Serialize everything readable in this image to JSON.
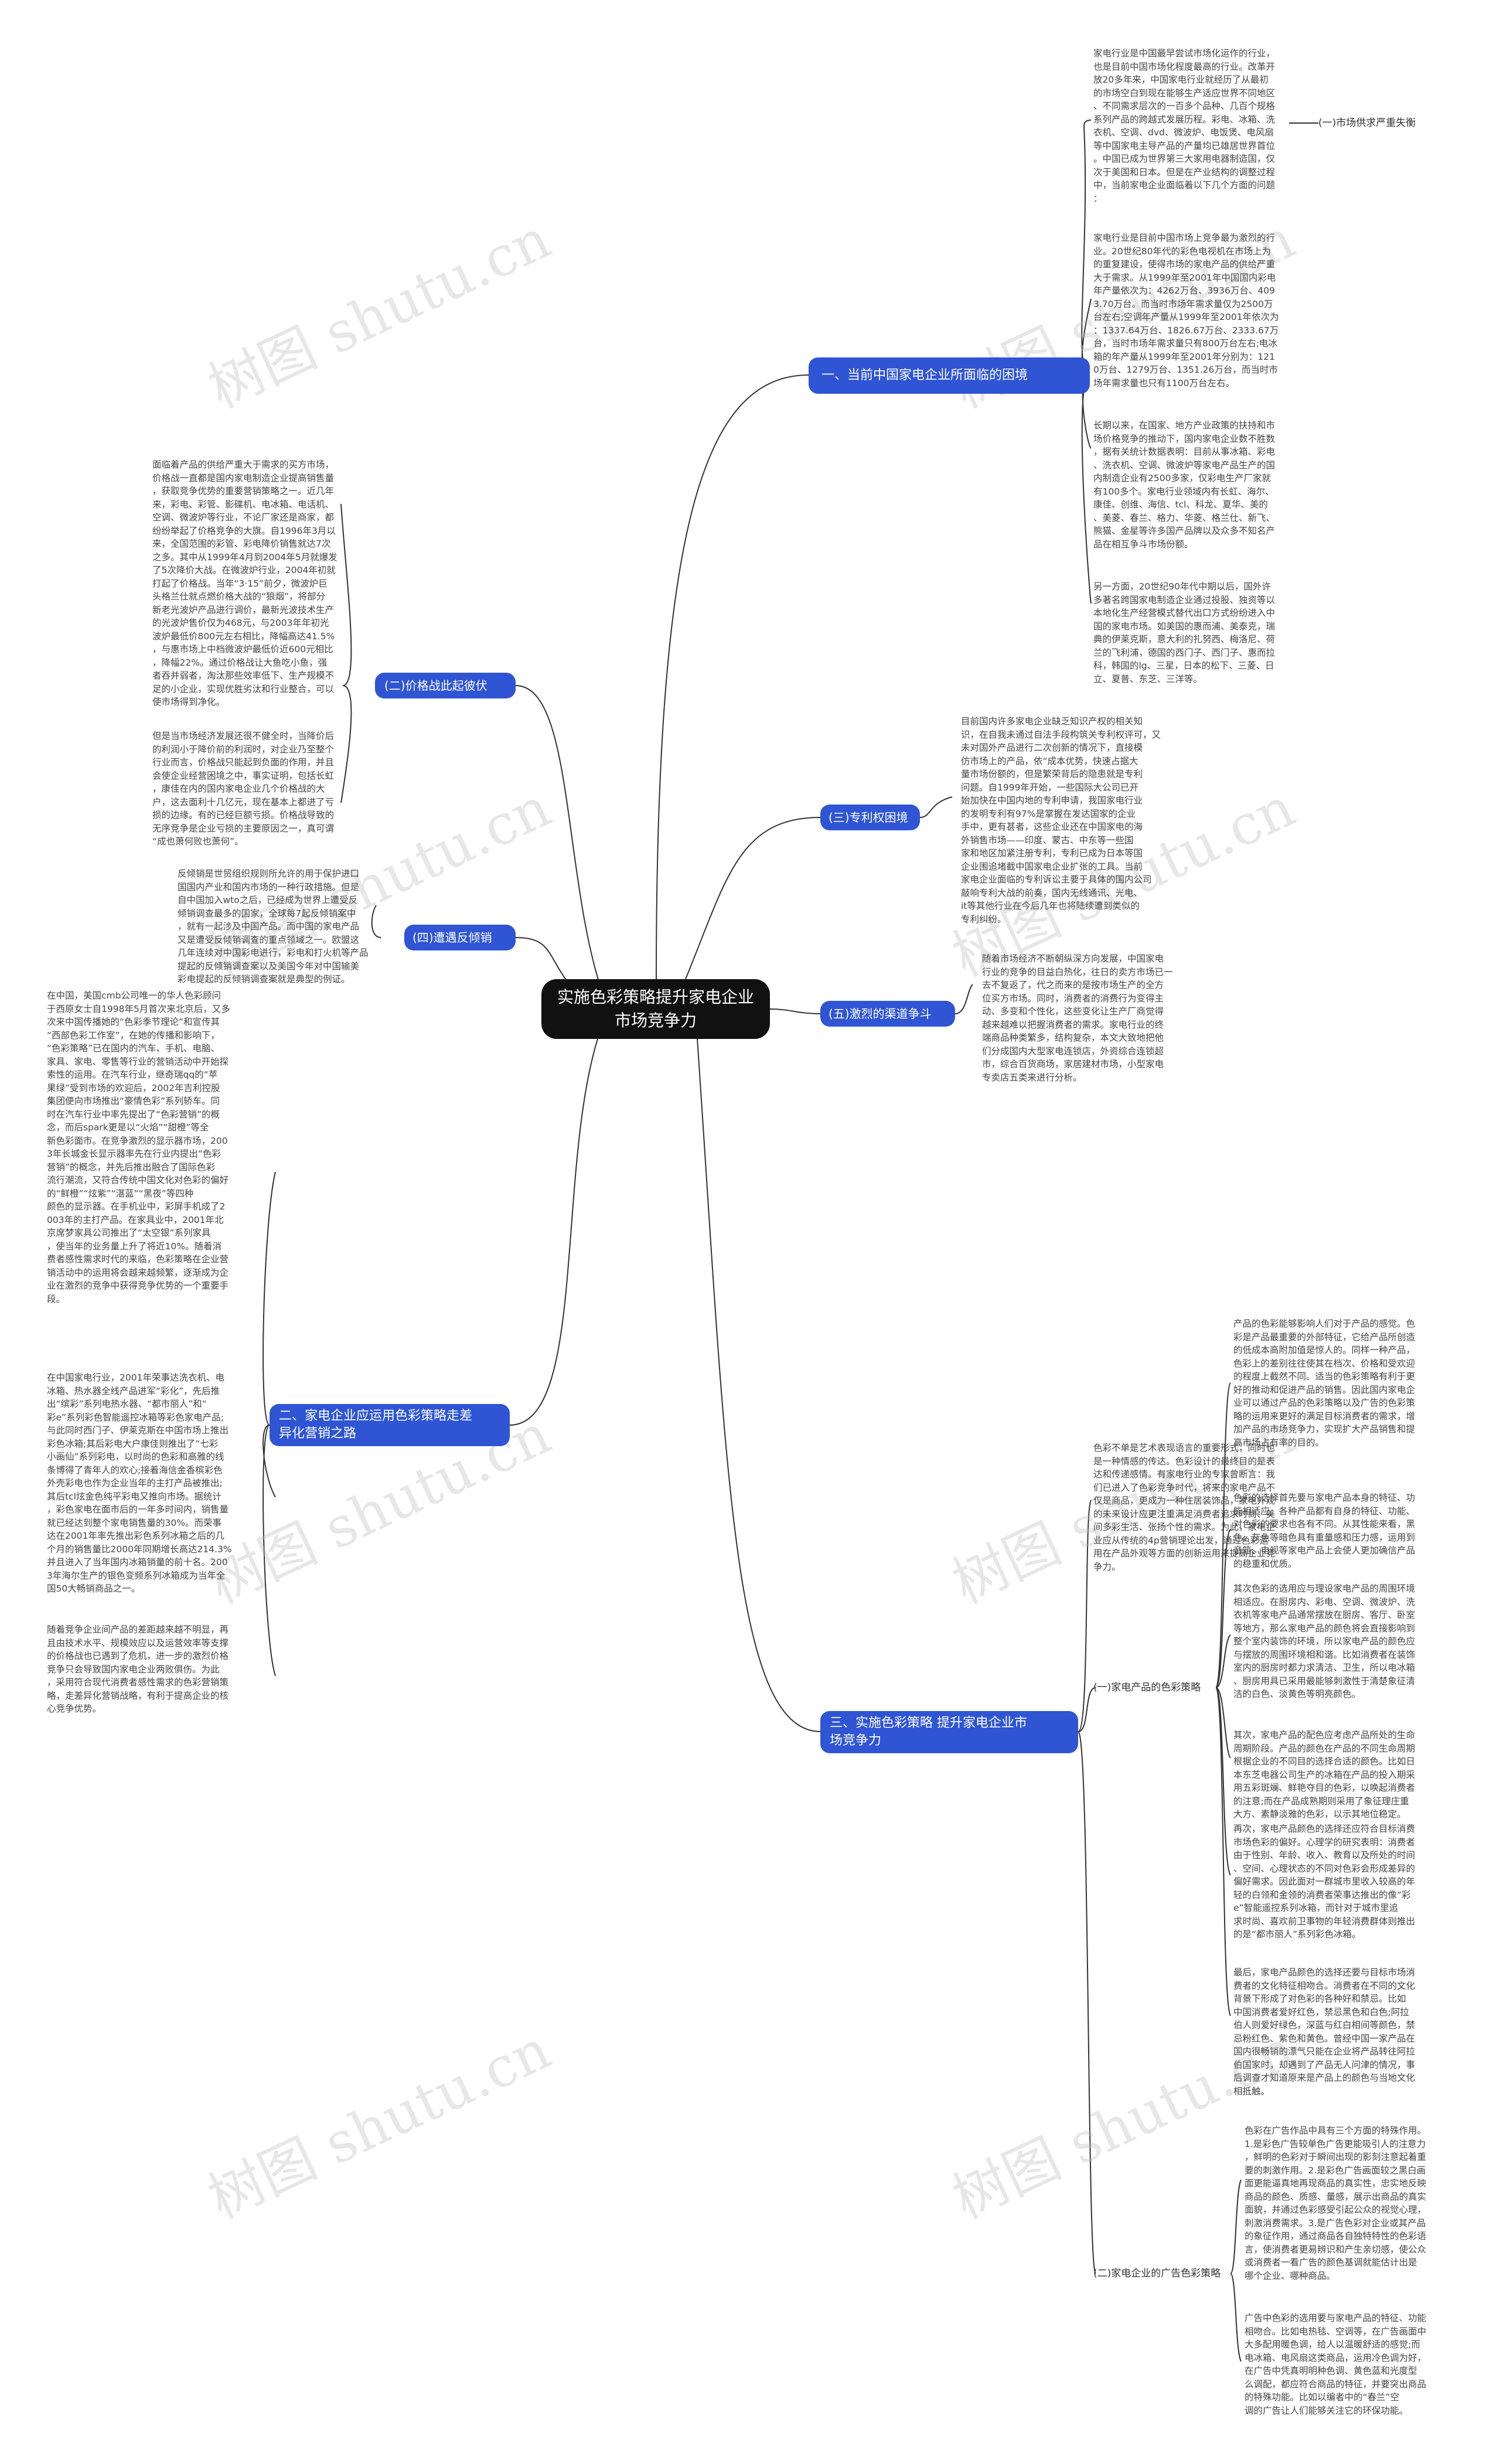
{
  "root": "实施色彩策略提升家电企业市场竞争力",
  "watermark": "树图 shutu.cn",
  "colors": {
    "topic": "#2f55d4",
    "root": "#111111",
    "line": "#333333"
  },
  "topics": {
    "t1": {
      "label": "一、当前中国家电企业所面临的困境",
      "sub1": "(一)市场供求严重失衡",
      "leaves": [
        "家电行业是中国最早尝试市场化运作的行业，\n也是目前中国市场化程度最高的行业。改革开\n放20多年来，中国家电行业就经历了从最初\n的市场空白到现在能够生产适应世界不同地区\n、不同需求层次的一百多个品种、几百个规格\n系列产品的跨越式发展历程。彩电、冰箱、洗\n衣机、空调、dvd、微波炉、电饭煲、电风扇\n等中国家电主导产品的产量均已雄居世界首位\n。中国已成为世界第三大家用电器制造国，仅\n次于美国和日本。但是在产业结构的调整过程\n中，当前家电企业面临着以下几个方面的问题\n：",
        "家电行业是目前中国市场上竞争最为激烈的行\n业。20世纪80年代的彩色电视机在市场上为\n的重复建设，使得市场的家电产品的供给严重\n大于需求。从1999年至2001年中国国内彩电\n年产量依次为：4262万台、3936万台、409\n3.70万台。而当时市场年需求量仅为2500万\n台左右;空调年产量从1999年至2001年依次为\n：1337.64万台、1826.67万台、2333.67万\n台，当时市场年需求量只有800万台左右;电冰\n箱的年产量从1999年至2001年分别为：121\n0万台、1279万台、1351.26万台，而当时市\n场年需求量也只有1100万台左右。",
        "长期以来，在国家、地方产业政策的扶持和市\n场价格竞争的推动下，国内家电企业数不胜数\n，据有关统计数据表明：目前从事冰箱、彩电\n、洗衣机、空调、微波炉等家电产品生产的国\n内制造企业有2500多家，仅彩电生产厂家就\n有100多个。家电行业领域内有长虹、海尔、\n康佳、创维、海信、tcl、科龙、夏华、美的\n、美菱、春兰、格力、华菱、格兰仕、新飞、\n熊猫、金星等许多国产品牌以及众多不知名产\n品在相互争斗市场份额。",
        "另一方面，20世纪90年代中期以后，国外许\n多著名跨国家电制造企业通过投股、独资等以\n本地化生产经营模式替代出口方式纷纷进入中\n国的家电市场。如美国的惠而浦、美泰克，瑞\n典的伊莱克斯，意大利的扎努西、梅洛尼、荷\n兰的飞利浦，德国的西门子、西门子、惠而拉\n科，韩国的lg、三星，日本的松下、三菱、日\n立、夏普、东芝、三洋等。"
      ]
    },
    "t2": {
      "label": "(二)价格战此起彼伏",
      "leaves": [
        "面临着产品的供给严重大于需求的买方市场，\n价格战一直都是国内家电制造企业提高销售量\n，获取竞争优势的重要营销策略之一。近几年\n来，彩电、彩管、影碟机、电冰箱、电话机、\n空调、微波炉等行业，不论厂家还是商家，都\n纷纷举起了价格竞争的大旗。自1996年3月以\n来，全国范围的彩管、彩电降价销售就达7次\n之多。其中从1999年4月到2004年5月就爆发\n了5次降价大战。在微波炉行业，2004年初就\n打起了价格战。当年“3·15”前夕，微波炉巨\n头格兰仕就点燃价格大战的“狼烟”，将部分\n新老光波炉产品进行调价，最新光波技术生产\n的光波炉售价仅为468元，与2003年年初光\n波炉最低价800元左右相比，降幅高达41.5%\n，与惠市场上中档微波炉最低价近600元相比\n，降幅22%。通过价格战让大鱼吃小鱼，强\n者吞并弱者，淘汰那些效率低下、生产规模不\n足的小企业，实现优胜劣汰和行业整合，可以\n使市场得到净化。",
        "但是当市场经济发展还很不健全时，当降价后\n的利润小于降价前的利润时，对企业乃至整个\n行业而言，价格战只能起到负面的作用，并且\n会使企业经营困境之中，事实证明，包括长虹\n，康佳在内的国内家电企业几个价格战的大\n户，这去面利十几亿元，现在基本上都进了亏\n损的边缘。有的已经巨额亏损。价格战导致的\n无序竞争是企业亏损的主要原因之一，真可谓\n“成也萧何败也萧何”。"
      ]
    },
    "t3": {
      "label": "(三)专利权困境",
      "leaf": "目前国内许多家电企业缺乏知识产权的相关知\n识，在自我未通过自法手段构筑关专利权评可，又\n未对国外产品进行二次创新的情况下，直接模\n仿市场上的产品，依“成本优势，快速占据大\n量市场份额的，但是繁荣背后的隐患就是专利\n问题。自1999年开始，一些国际大公司已开\n始加快在中国内地的专利申请，我国家电行业\n的发明专利有97%是掌握在发达国家的企业\n手中，更有甚者，这些企业还在中国家电的海\n外销售市场——印度、蒙古、中东等一些国\n家和地区加紧注册专利，专利已成为日本等国\n企业围追堵截中国家电企业扩张的工具。当前\n家电企业面临的专利诉讼主要于具体的国内公司\n敲响专利大战的前奏，国内无线通讯、光电、\nit等其他行业在今后几年也将陆续遭到类似的\n专利纠纷。"
    },
    "t4": {
      "label": "(四)遭遇反倾销",
      "leaf": "反倾销是世贸组织规则所允许的用于保护进口\n国国内产业和国内市场的一种行政措施。但是\n自中国加入wto之后，已经成为世界上遭受反\n倾销调查最多的国家，全球每7起反倾销案中\n，就有一起涉及中国产品。而中国的家电产品\n又是遭受反倾销调查的重点领域之一。欧盟这\n几年连续对中国彩电进行，彩电和打火机等产品\n提起的反倾销调查案以及美国今年对中国输美\n彩电提起的反倾销调查案就是典型的例证。"
    },
    "t5": {
      "label": "(五)激烈的渠道争斗",
      "leaf": "随着市场经济不断朝纵深方向发展，中国家电\n行业的竞争的目益白热化，往日的卖方市场已一\n去不复返了，代之而来的是按市场生产的全方\n位买方市场。同时，消费者的消费行为变得主\n动、多变和个性化，这些变化让生产厂商觉得\n越来越难以把握消费者的需求。家电行业的终\n端商品种类繁多，结构复杂，本文大致地把他\n们分成国内大型家电连锁店，外资综合连锁超\n市，综合百货商场，家居建材市场，小型家电\n专卖店五类来进行分析。"
    },
    "t6": {
      "label": "二、家电企业应运用色彩策略走差\n异化营销之路",
      "leaves": [
        "在中国，美国cmb公司唯一的华人色彩顾问\n于西原女士自1998年5月首次来北京后，又多\n次来中国传播她的“色彩季节理论”和宣传其\n“西部色彩工作室”，在她的传播和影响下，\n“色彩策略”已在国内的汽车、手机、电脑、\n家具、家电、零售等行业的营销活动中开始探\n索性的运用。在汽车行业，继奇瑞qq的“苹\n果绿”受到市场的欢迎后，2002年吉利控股\n集团便向市场推出“豪情色彩”系列轿车。同\n时在汽车行业中率先提出了“色彩营销”的概\n念，而后spark更是以“火焰”“甜橙”等全\n新色彩面市。在竞争激烈的显示器市场，200\n3年长城金长显示器率先在行业内提出“色彩\n营销”的概念，并先后推出融合了国际色彩\n流行潮流，又符合传统中国文化对色彩的偏好\n的“鲜橙”“炫紫”“湛蓝”“黑夜”等四种\n颜色的显示器。在手机业中，彩屏手机成了2\n003年的主打产品。在家具业中，2001年北\n京席梦家具公司推出了“太空银”系列家具\n，使当年的业务量上升了将近10%。随着消\n费者感性需求时代的来临，色彩策略在企业营\n销活动中的运用将会越来越频繁，逐渐成为企\n业在激烈的竞争中获得竞争优势的一个重要手\n段。",
        "在中国家电行业，2001年荣事达洗衣机、电\n冰箱、热水器全线产品进军“彩化”，先后推\n出“缤彩”系列电热水器、“都市丽人”和“\n彩e”系列彩色智能遥控冰箱等彩色家电产品;\n与此同时西门子、伊莱克斯在中国市场上推出\n彩色冰箱;其后彩电大户康佳则推出了“七彩\n小画仙”系列彩电，以时尚的色彩和高雅的线\n条博得了青年人的欢心;接着海信金香槟彩色\n外壳彩电也作为企业当年的主打产品被推出;\n其后tcl炫金色纯平彩电又推向市场。据统计\n，彩色家电在面市后的一年多时间内，销售量\n就已经达到整个家电销售量的30%。而荣事\n达在2001年率先推出彩色系列冰箱之后的几\n个月的销售量比2000年同期增长高达214.3%\n并且进入了当年国内冰箱销量的前十名。200\n3年海尔生产的银色变频系列冰箱成为当年全\n国50大畅销商品之一。",
        "随着竞争企业间产品的差距越来越不明显，再\n且由技术水平、规模效应以及运营效率等支撑\n的价格战也已遇到了危机，进一步的激烈价格\n竞争只会导致国内家电企业两败俱伤。为此\n，采用符合现代消费者感性需求的色彩营销策\n略，走差异化营销战略，有利于提高企业的核\n心竞争优势。"
      ]
    },
    "t7": {
      "label": "三、实施色彩策略 提升家电企业市\n场竞争力",
      "intro": "色彩不单是艺术表现语言的重要形式，同时也\n是一种情感的传达。色彩设计的最终目的是表\n达和传递感情。有家电行业的专家曾断言：我\n们已进入了色彩竞争时代，将来的家电产品不\n仅是商品，更成为一种住居装饰品，家电外观\n的未来设计应更注重满足消费者追求时尚、美\n间多彩生活、张扬个性的需求。为此，家电企\n业应从传统的4p营销理论出发，通过色彩运\n用在产品外观等方面的创新运用来提高企业竞\n争力。",
      "sub1": {
        "label": "(一)家电产品的色彩策略",
        "leaves": [
          "产品的色彩能够影响人们对于产品的感觉。色\n彩是产品最重要的外部特征，它给产品所创造\n的低成本高附加值是惊人的。同样一种产品，\n色彩上的差别往往使其在档次、价格和受欢迎\n的程度上截然不同。适当的色彩策略有利于更\n好的推动和促进产品的销售。因此国内家电企\n业可以通过产品的色彩策略以及广告的色彩策\n略的运用来更好的满足目标消费者的需求，增\n加产品的市场竞争力，实现扩大产品销售和提\n高市场占有率的目的。",
          "色彩的选择首先要与家电产品本身的特征、功\n能相适应。各种产品都有自身的特征、功能、\n对色彩的要求也各有不同。从其性能来看，黑\n色、灰色等暗色具有重量感和压力感，运用到\n音箱、电视等家电产品上会使人更加确信产品\n的稳重和优质。",
          "其次色彩的选用应与理设家电产品的周围环境\n相适应。在厨房内、彩电、空调、微波炉、洗\n衣机等家电产品通常摆放在厨房、客厅、卧室\n等地方，那么家电产品的颜色将会直接影响到\n整个室内装饰的环境，所以家电产品的颜色应\n与摆放的周围环境相和谐。比如消费者在装饰\n室内的厨房时都力求清洁、卫生，所以电冰箱\n、厨房用具已采用最能够刺激性于清楚象征清\n洁的白色、淡黄色等明亮颜色。",
          "其次，家电产品的配色应考虑产品所处的生命\n周期阶段。产品的颜色在产品的不同生命周期\n根据企业的不同目的选择合适的颜色。比如日\n本东芝电器公司生产的冰箱在产品的投入期采\n用五彩斑斓、鲜艳夺目的色彩，以唤起消费者\n的注意;而在产品成熟期则采用了象征理庄重\n大方、素静淡雅的色彩，以示其地位稳定。",
          "再次，家电产品颜色的选择还应符合目标消费\n市场色彩的偏好。心理学的研究表明：消费者\n由于性别、年龄、收入、教育以及所处的时间\n、空间、心理状态的不同对色彩会形成差异的\n偏好需求。因此面对一群城市里收入较高的年\n轻的白领和金领的消费者荣事达推出的像“彩\ne”智能遥控系列冰箱，而针对于城市里追\n求时尚、喜欢前卫事物的年轻消费群体则推出\n的是“都市丽人”系列彩色冰箱。",
          "最后，家电产品颜色的选择还要与目标市场消\n费者的文化特征相吻合。消费者在不同的文化\n背景下形成了对色彩的各种好和禁忌。比如\n中国消费者爱好红色，禁忌黑色和白色;阿拉\n伯人则爱好绿色，深蓝与红白相间等颜色，禁\n忌粉红色、紫色和黄色。曾经中国一家产品在\n国内很畅销的漂气只能在企业将产品转往阿拉\n伯国家时，却遇到了产品无人问津的情况，事\n后调查才知道原来是产品上的颜色与当地文化\n相抵触。"
        ]
      },
      "sub2": {
        "label": "(二)家电企业的广告色彩策略",
        "leaves": [
          "色彩在广告作品中具有三个方面的特殊作用。\n1.是彩色广告较单色广告更能吸引人的注意力\n，鲜明的色彩对于瞬间出现的影刻注意起着重\n要的刺激作用。2.是彩色广告画面较之黑白画\n面更能逼真地再现商品的真实性，忠实地反映\n商品的颜色、质感、量感，展示出商品的真实\n面貌，并通过色彩感受引起公众的视觉心理，\n刺激消费需求。3.是广告色彩对企业或其产品\n的象征作用，通过商品各自独特特性的色彩语\n言，使消费者更易辨识和产生亲切感，使公众\n或消费者一看广告的颜色基调就能估计出是\n哪个企业、哪种商品。",
          "广告中色彩的选用要与家电产品的特征、功能\n相吻合。比如电热毯、空调等，在广告画面中\n大多配用暖色调，给人以温暖舒适的感觉;而\n电冰箱、电风扇这类商品，运用冷色调为好，\n在广告中凭真明明种色调、黄色蓝和光度型\n么调配，都应符合商品的特征，并要突出商品\n的特殊功能。比如以编者中的“春兰”空\n调的广告让人们能够关注它的环保功能。"
        ]
      }
    }
  }
}
